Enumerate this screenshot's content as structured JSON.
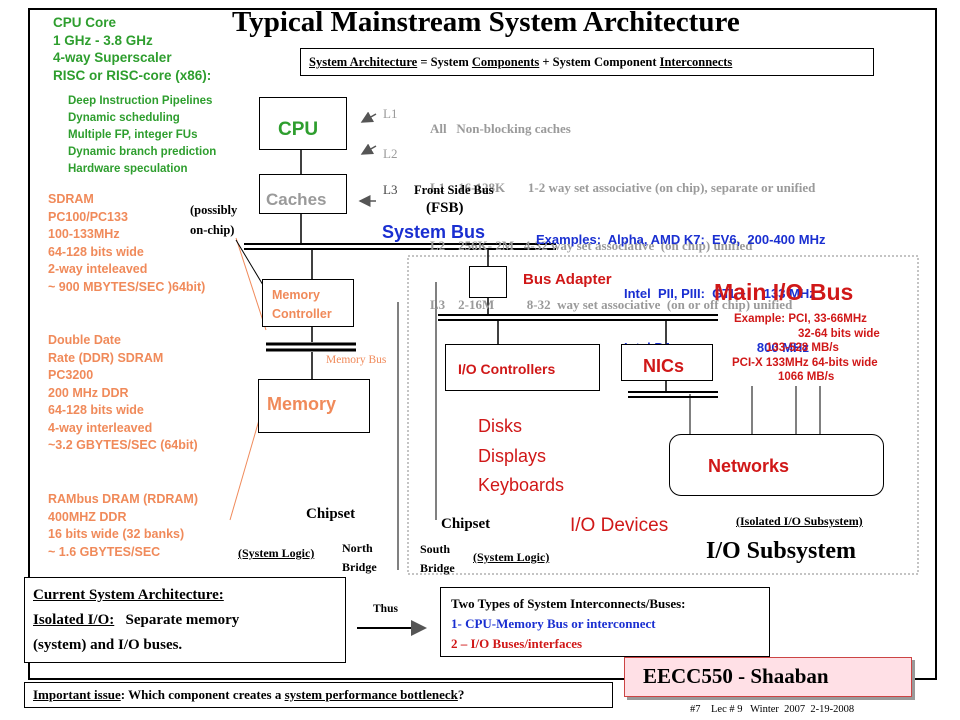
{
  "title": "Typical Mainstream System Architecture",
  "equation": {
    "lhs": "System Architecture",
    "eq": "=",
    "part1_prefix": "System",
    "part1_u": "Components",
    "plus": "+",
    "part2_prefix": "System Component",
    "part2_u": "Interconnects"
  },
  "cpu_core": {
    "lines": [
      "CPU Core",
      "1 GHz - 3.8 GHz",
      "4-way Superscaler",
      "RISC or RISC-core (x86):"
    ],
    "sub": [
      "Deep Instruction Pipelines",
      "Dynamic scheduling",
      "Multiple FP, integer FUs",
      "Dynamic branch prediction",
      "Hardware speculation"
    ]
  },
  "caches_info": {
    "header": "All   Non-blocking caches",
    "l1": "L1    16-128K       1-2 way set associative (on chip), separate or unified",
    "l2": "L2    256K- 2M   4-32 way set associative  (on chip) unified",
    "l3": "L3    2-16M          8-32  way set associative  (on or off chip) unified"
  },
  "cache_levels": [
    "L1",
    "L2",
    "L3"
  ],
  "blocks": {
    "cpu": "CPU",
    "caches": "Caches",
    "memory_controller": [
      "Memory",
      "Controller"
    ],
    "memory": "Memory",
    "io_controllers": "I/O Controllers",
    "nics": "NICs",
    "networks": "Networks"
  },
  "possibly_on_chip": [
    "(possibly",
    "on-chip)"
  ],
  "fsb": {
    "label": "Front Side Bus",
    "abbr": "(FSB)"
  },
  "system_bus": "System Bus",
  "examples": {
    "line1": "Examples:  Alpha, AMD K7:  EV6,  200-400 MHz",
    "line2": "Intel  PII, PIII:  GTL+     133 MHz",
    "line3": "Intel P4                        800 MHz"
  },
  "memory_notes": {
    "sdram": [
      "SDRAM",
      "PC100/PC133",
      "100-133MHz",
      "64-128 bits wide",
      "2-way inteleaved",
      "~ 900 MBYTES/SEC )64bit)"
    ],
    "ddr": [
      "Double Date",
      "Rate  (DDR) SDRAM",
      "PC3200",
      "200 MHz  DDR",
      "64-128 bits wide",
      "4-way interleaved",
      "~3.2 GBYTES/SEC (64bit)"
    ],
    "rdram": [
      "RAMbus DRAM (RDRAM)",
      "400MHZ DDR",
      "16 bits wide (32 banks)",
      "~ 1.6 GBYTES/SEC"
    ]
  },
  "memory_bus": "Memory Bus",
  "bus_adapter": "Bus Adapter",
  "main_io_bus": "Main I/O Bus",
  "io_example": [
    "Example:  PCI,  33-66MHz",
    "32-64 bits wide",
    "133-528  MB/s",
    "PCI-X  133MHz  64-bits wide",
    "1066 MB/s"
  ],
  "devices": [
    "Disks",
    "Displays",
    "Keyboards"
  ],
  "io_devices": "I/O Devices",
  "isolated_io_subsystem": "(Isolated I/O Subsystem)",
  "io_subsystem": "I/O Subsystem",
  "chipset_north": {
    "chipset": "Chipset",
    "logic": "(System Logic)",
    "name": [
      "North",
      "Bridge"
    ]
  },
  "chipset_south": {
    "chipset": "Chipset",
    "name": [
      "South",
      "Bridge"
    ],
    "logic": "(System Logic)"
  },
  "current_arch": {
    "line1": "Current System Architecture:",
    "line2_u": "Isolated I/O:",
    "line2_rest": "   Separate memory",
    "line3": "(system) and I/O buses."
  },
  "thus": "Thus",
  "two_types": {
    "title": "Two Types of System Interconnects/Buses:",
    "item1": "1- CPU-Memory Bus or interconnect",
    "item2": "2 – I/O Buses/interfaces"
  },
  "important": {
    "label": "Important issue",
    "text": ": Which component creates a ",
    "u": "system performance bottleneck",
    "q": "?"
  },
  "course": "EECC550 - Shaaban",
  "footer": "#7    Lec # 9   Winter  2007  2-19-2008",
  "colors": {
    "green": "#2e9e2e",
    "salmon": "#f08a5a",
    "blue": "#1a2fd1",
    "red": "#d01818",
    "gray": "#9a9a9a",
    "badge_bg": "#ffe0e6"
  }
}
